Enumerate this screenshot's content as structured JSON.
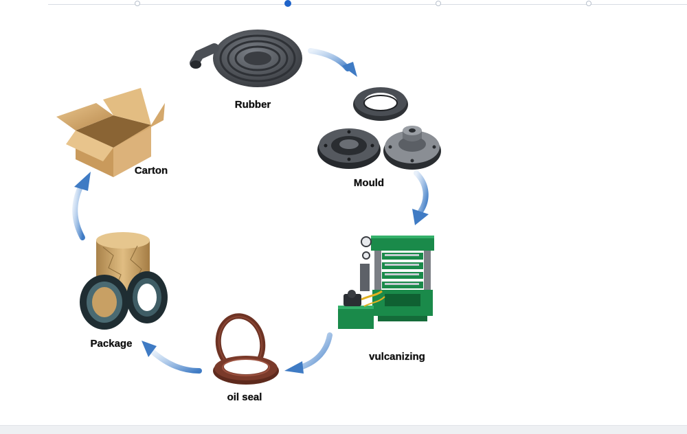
{
  "steps": {
    "rubber": {
      "label": "Rubber"
    },
    "mould": {
      "label": "Mould"
    },
    "vulcanizing": {
      "label": "vulcanizing"
    },
    "oil_seal": {
      "label": "oil seal"
    },
    "package": {
      "label": "Package"
    },
    "carton": {
      "label": "Carton"
    }
  },
  "colors": {
    "arrow": "#3f7bc4",
    "rubber": "#4b4f55",
    "mould": "#2f3236",
    "machine": "#1a8a4a",
    "oil_seal": "#7a3a2a",
    "package_seal": "#24343a",
    "package_wrap": "#c8a064",
    "carton": "#d9b27a"
  }
}
